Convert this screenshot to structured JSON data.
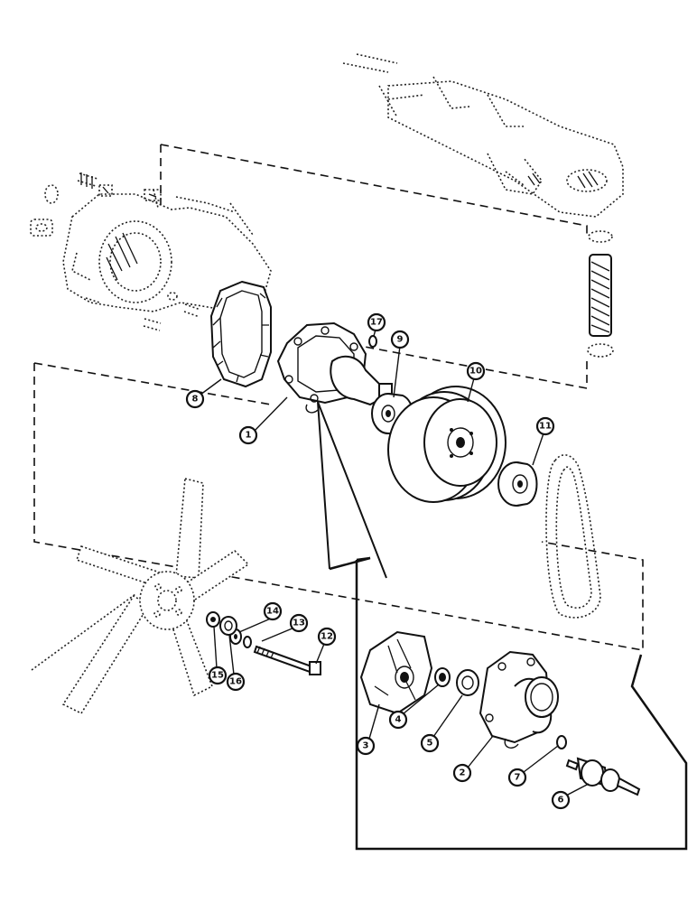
{
  "figure": {
    "callouts": [
      {
        "id": "callout-1",
        "label": "1"
      },
      {
        "id": "callout-2",
        "label": "2"
      },
      {
        "id": "callout-3",
        "label": "3"
      },
      {
        "id": "callout-4",
        "label": "4"
      },
      {
        "id": "callout-5",
        "label": "5"
      },
      {
        "id": "callout-6",
        "label": "6"
      },
      {
        "id": "callout-7",
        "label": "7"
      },
      {
        "id": "callout-8",
        "label": "8"
      },
      {
        "id": "callout-9",
        "label": "9"
      },
      {
        "id": "callout-10",
        "label": "10"
      },
      {
        "id": "callout-11",
        "label": "11"
      },
      {
        "id": "callout-12",
        "label": "12"
      },
      {
        "id": "callout-13",
        "label": "13"
      },
      {
        "id": "callout-14",
        "label": "14"
      },
      {
        "id": "callout-15",
        "label": "15"
      },
      {
        "id": "callout-16",
        "label": "16"
      },
      {
        "id": "callout-17",
        "label": "17"
      }
    ]
  }
}
